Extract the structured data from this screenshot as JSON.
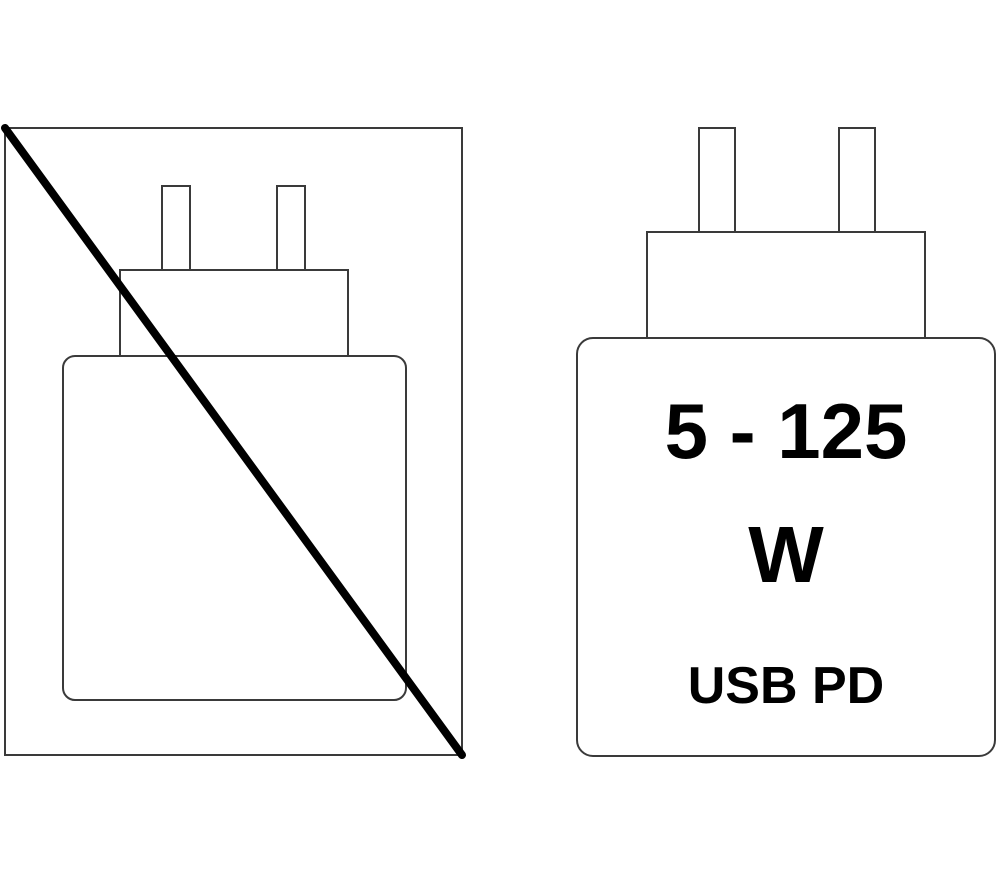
{
  "excluded_charger": {
    "icon": "charger-not-included-icon",
    "crossed_out": true
  },
  "compatible_charger": {
    "icon": "usb-pd-charger-icon",
    "power_range": "5 - 125",
    "power_unit": "W",
    "standard": "USB PD"
  },
  "colors": {
    "outline": "#3a3a3a",
    "strike": "#000000",
    "text": "#000000",
    "background": "#ffffff"
  }
}
